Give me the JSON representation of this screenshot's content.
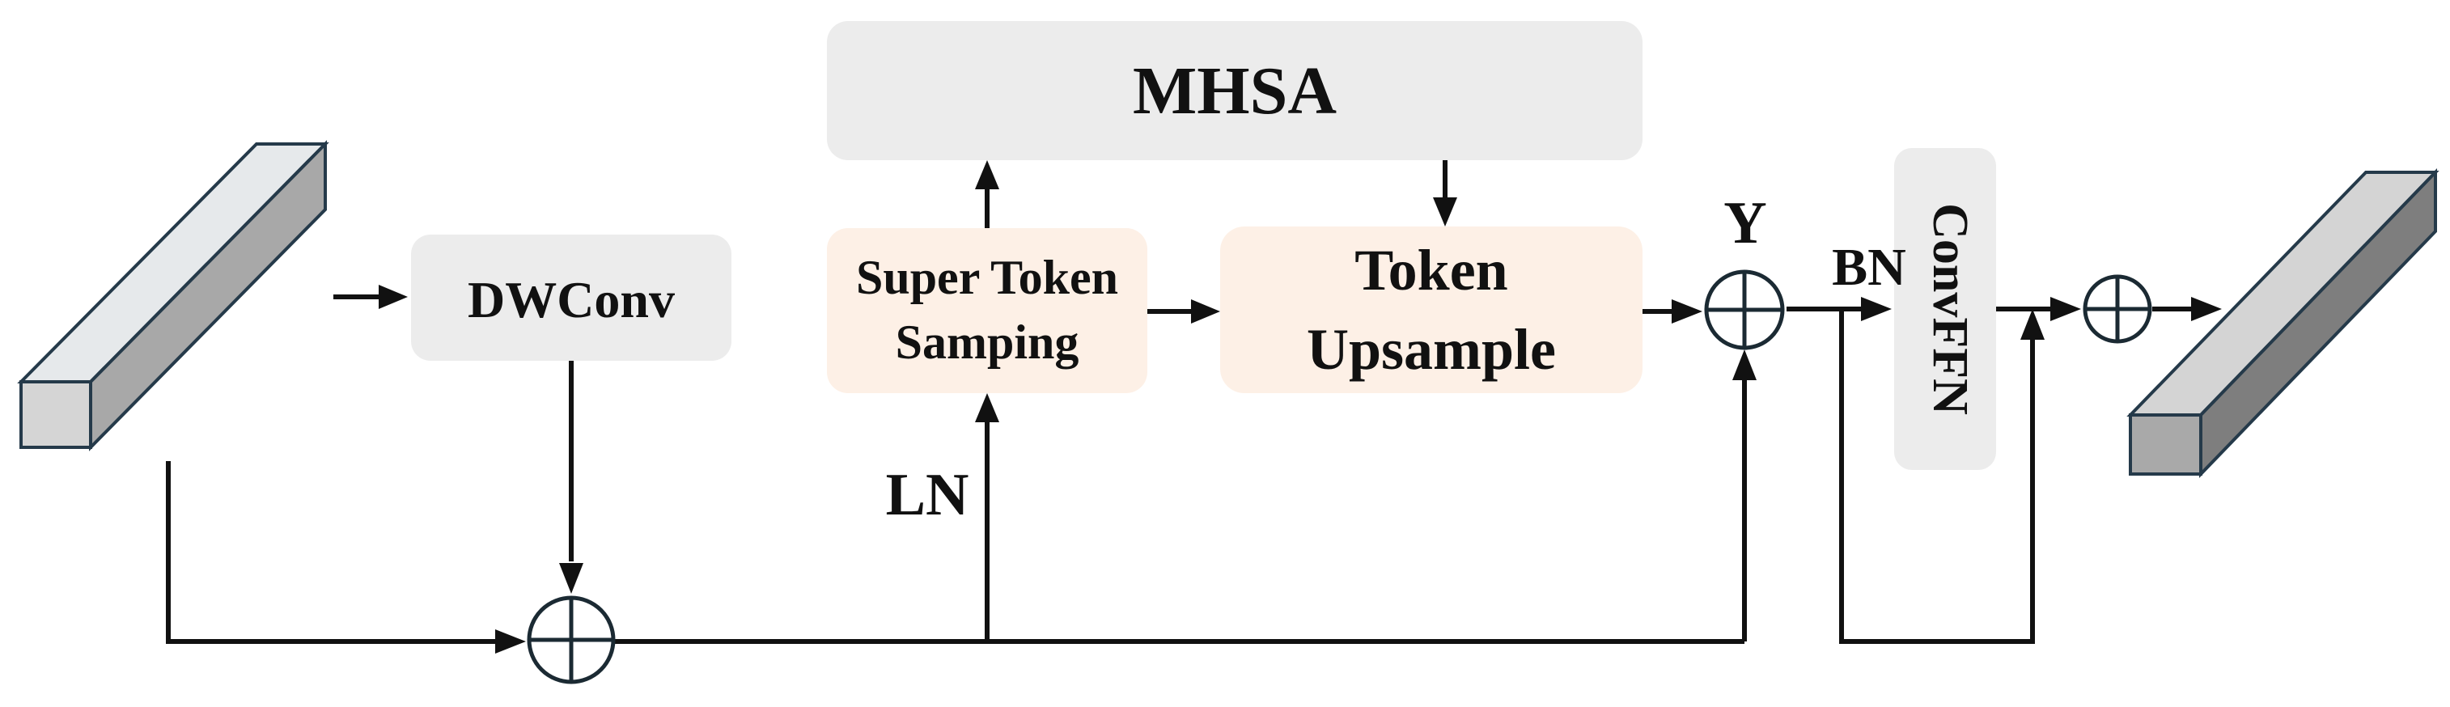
{
  "blocks": {
    "mhsa": "MHSA",
    "dwconv": "DWConv",
    "super_token_line1": "Super Token",
    "super_token_line2": "Samping",
    "token_up_line1": "Token",
    "token_up_line2": "Upsample",
    "convffn": "ConvFFN"
  },
  "labels": {
    "ln": "LN",
    "y": "Y",
    "bn": "BN"
  },
  "colors": {
    "gray_box": "#ececec",
    "peach_box": "#fdf0e6",
    "line": "#111111"
  }
}
